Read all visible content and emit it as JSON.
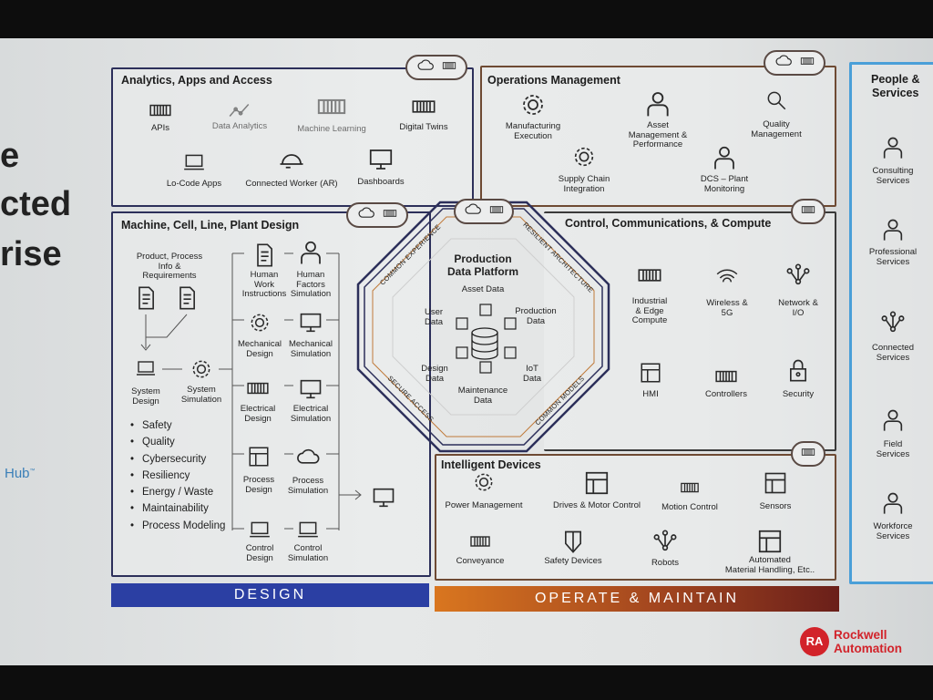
{
  "slide_left": {
    "line1": "e",
    "line2": "cted",
    "line3": "rise",
    "hub": "Hub",
    "hub_mark": "™"
  },
  "analytics": {
    "title": "Analytics, Apps and Access",
    "items": [
      {
        "label": "APIs",
        "icon": "api-icon"
      },
      {
        "label": "Data Analytics",
        "icon": "data-analytics-icon"
      },
      {
        "label": "Machine Learning",
        "icon": "machine-learning-icon"
      },
      {
        "label": "Digital Twins",
        "icon": "digital-twins-icon"
      },
      {
        "label": "Lo-Code Apps",
        "icon": "laptop-code-icon"
      },
      {
        "label": "Connected Worker (AR)",
        "icon": "hard-hat-icon"
      },
      {
        "label": "Dashboards",
        "icon": "dashboard-icon"
      }
    ]
  },
  "operations": {
    "title": "Operations Management",
    "items": [
      {
        "label": "Manufacturing\nExecution",
        "icon": "gear-arrow-icon"
      },
      {
        "label": "Supply Chain\nIntegration",
        "icon": "team-gear-icon"
      },
      {
        "label": "Asset\nManagement &\nPerformance",
        "icon": "worker-monitor-icon"
      },
      {
        "label": "Quality\nManagement",
        "icon": "magnifier-icon"
      },
      {
        "label": "DCS – Plant\nMonitoring",
        "icon": "person-monitor-icon"
      }
    ]
  },
  "design": {
    "title": "Machine, Cell, Line, Plant Design",
    "requirements_label": "Product, Process\nInfo &\nRequirements",
    "items": [
      {
        "label": "System\nDesign",
        "icon": "laptop-icon"
      },
      {
        "label": "System\nSimulation",
        "icon": "simulation-globe-icon"
      },
      {
        "label": "Human\nWork\nInstructions",
        "icon": "instructions-icon"
      },
      {
        "label": "Human\nFactors\nSimulation",
        "icon": "worker-icon"
      },
      {
        "label": "Mechanical\nDesign",
        "icon": "gear-icon"
      },
      {
        "label": "Mechanical\nSimulation",
        "icon": "monitor-gear-icon"
      },
      {
        "label": "Electrical\nDesign",
        "icon": "electrical-panel-icon"
      },
      {
        "label": "Electrical\nSimulation",
        "icon": "monitor-panel-icon"
      },
      {
        "label": "Process\nDesign",
        "icon": "folder-tree-icon"
      },
      {
        "label": "Process\nSimulation",
        "icon": "cloud-network-icon"
      },
      {
        "label": "Control\nDesign",
        "icon": "laptop-gear-icon"
      },
      {
        "label": "Control\nSimulation",
        "icon": "laptop-gear-icon"
      }
    ],
    "bullets": [
      "Safety",
      "Quality",
      "Cybersecurity",
      "Resiliency",
      "Energy / Waste",
      "Maintainability",
      "Process Modeling"
    ]
  },
  "platform": {
    "title_line1": "Production",
    "title_line2": "Data Platform",
    "data": [
      {
        "label": "Asset Data"
      },
      {
        "label": "User\nData"
      },
      {
        "label": "Production\nData"
      },
      {
        "label": "Design\nData"
      },
      {
        "label": "IoT\nData"
      },
      {
        "label": "Maintenance\nData"
      }
    ],
    "edges": {
      "top_left": "COMMON EXPERIENCE",
      "top_right": "RESILIENT ARCHITECTURE",
      "bottom_left": "SECURE ACCESS",
      "bottom_right": "COMMON MODELS"
    }
  },
  "control": {
    "title": "Control, Communications, & Compute",
    "items": [
      {
        "label": "Industrial\n& Edge\nCompute",
        "icon": "edge-compute-icon"
      },
      {
        "label": "Wireless &\n5G",
        "icon": "wireless-icon"
      },
      {
        "label": "Network &\nI/O",
        "icon": "network-icon"
      },
      {
        "label": "HMI",
        "icon": "hmi-icon"
      },
      {
        "label": "Controllers",
        "icon": "controller-icon"
      },
      {
        "label": "Security",
        "icon": "lock-icon"
      }
    ]
  },
  "devices": {
    "title": "Intelligent Devices",
    "items": [
      {
        "label": "Power Management",
        "icon": "power-gear-icon"
      },
      {
        "label": "Drives & Motor Control",
        "icon": "drive-icon"
      },
      {
        "label": "Motion Control",
        "icon": "motor-icon"
      },
      {
        "label": "Sensors",
        "icon": "sensor-chip-icon"
      },
      {
        "label": "Conveyance",
        "icon": "conveyor-icon"
      },
      {
        "label": "Safety Devices",
        "icon": "shield-icon"
      },
      {
        "label": "Robots",
        "icon": "robot-arm-icon"
      },
      {
        "label": "Automated\nMaterial Handling, Etc..",
        "icon": "agv-icon"
      }
    ]
  },
  "people": {
    "title": "People &\nServices",
    "items": [
      {
        "label": "Consulting\nServices",
        "icon": "group-icon"
      },
      {
        "label": "Professional\nServices",
        "icon": "person-monitor-icon"
      },
      {
        "label": "Connected\nServices",
        "icon": "connected-people-icon"
      },
      {
        "label": "Field\nServices",
        "icon": "worker-monitor-icon"
      },
      {
        "label": "Workforce\nServices",
        "icon": "person-tools-icon"
      }
    ]
  },
  "bars": {
    "design": "DESIGN",
    "operate": "OPERATE & MAINTAIN"
  },
  "logo": {
    "mark": "RA",
    "line1": "Rockwell",
    "line2": "Automation"
  },
  "colors": {
    "navy": "#2c2f5a",
    "brown": "#6e4a33",
    "design_bar": "#2b3fa3",
    "operate_start": "#d9761f",
    "operate_end": "#6a1f1a",
    "people_border": "#4a9fd8",
    "logo_red": "#d2232a"
  }
}
